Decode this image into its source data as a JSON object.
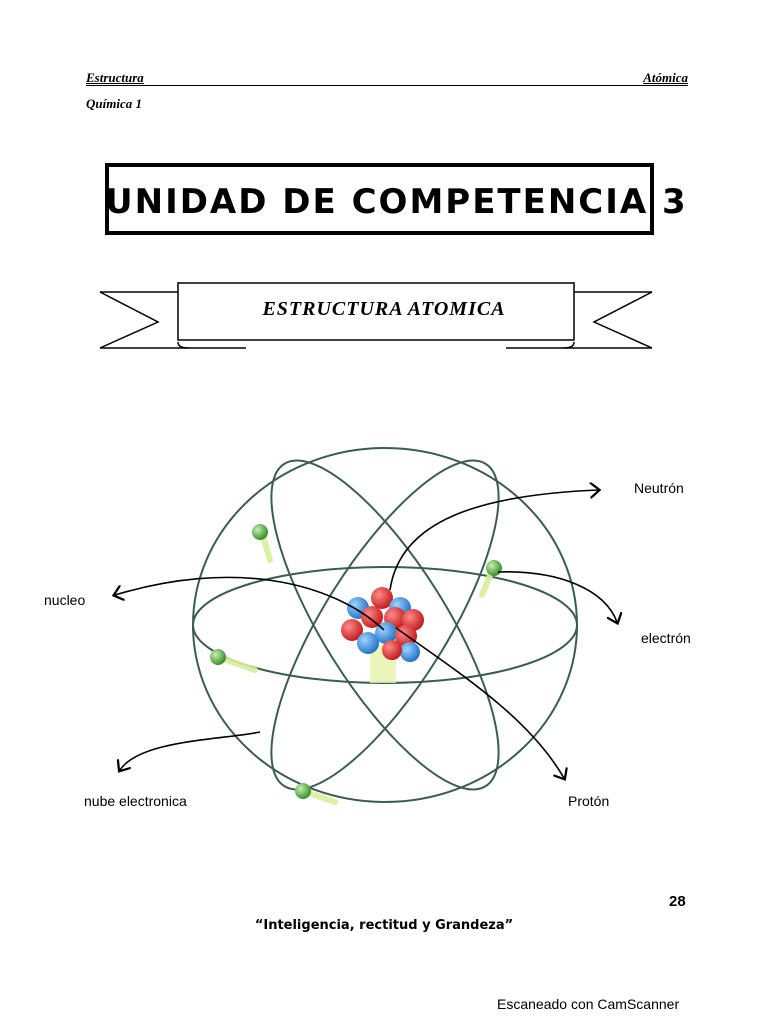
{
  "header": {
    "left": "Estructura",
    "right": "Atómica",
    "subtitle": "Química 1"
  },
  "unit_title": "UNIDAD DE COMPETENCIA 3",
  "banner_title": "ESTRUCTURA ATOMICA",
  "diagram": {
    "labels": {
      "neutron": "Neutrón",
      "nucleus": "nucleo",
      "electron": "electrón",
      "electron_cloud": "nube electronica",
      "proton": "Protón"
    },
    "colors": {
      "proton": "#e02424",
      "neutron": "#2a8de0",
      "electron": "#3a9a2a",
      "orbit": "#3b5d4f"
    }
  },
  "page_number": "28",
  "motto": "“Inteligencia, rectitud y Grandeza”",
  "scanner_credit": "Escaneado con CamScanner"
}
